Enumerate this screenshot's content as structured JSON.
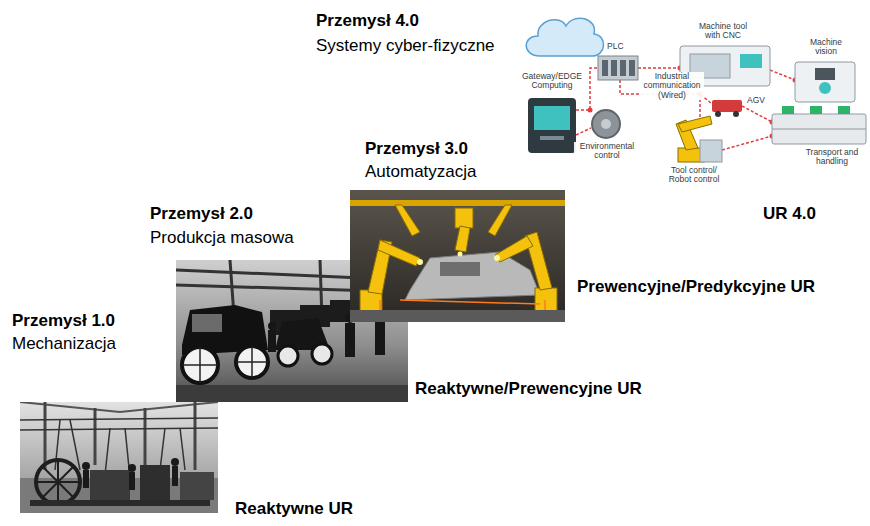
{
  "diagram": {
    "labels": [
      "Przemysł 4.0",
      "Systemy cyber-fizyczne",
      "Przemysł 3.0",
      "Automatyzacja",
      "Przemysł 2.0",
      "Produkcja masowa",
      "Przemysł 1.0",
      "Mechanizacja",
      "Reaktywne UR",
      "Reaktywne/Prewencyjne UR",
      "Prewencyjne/Predykcyjne UR",
      "UR 4.0",
      "Gateway/EDGE Computing",
      "PLC",
      "Machine tool with CNC",
      "Machine vision",
      "Industrial communication (Wired)",
      "Environmental control",
      "AGV",
      "Tool control/ Robot control",
      "Transport and handling"
    ]
  }
}
